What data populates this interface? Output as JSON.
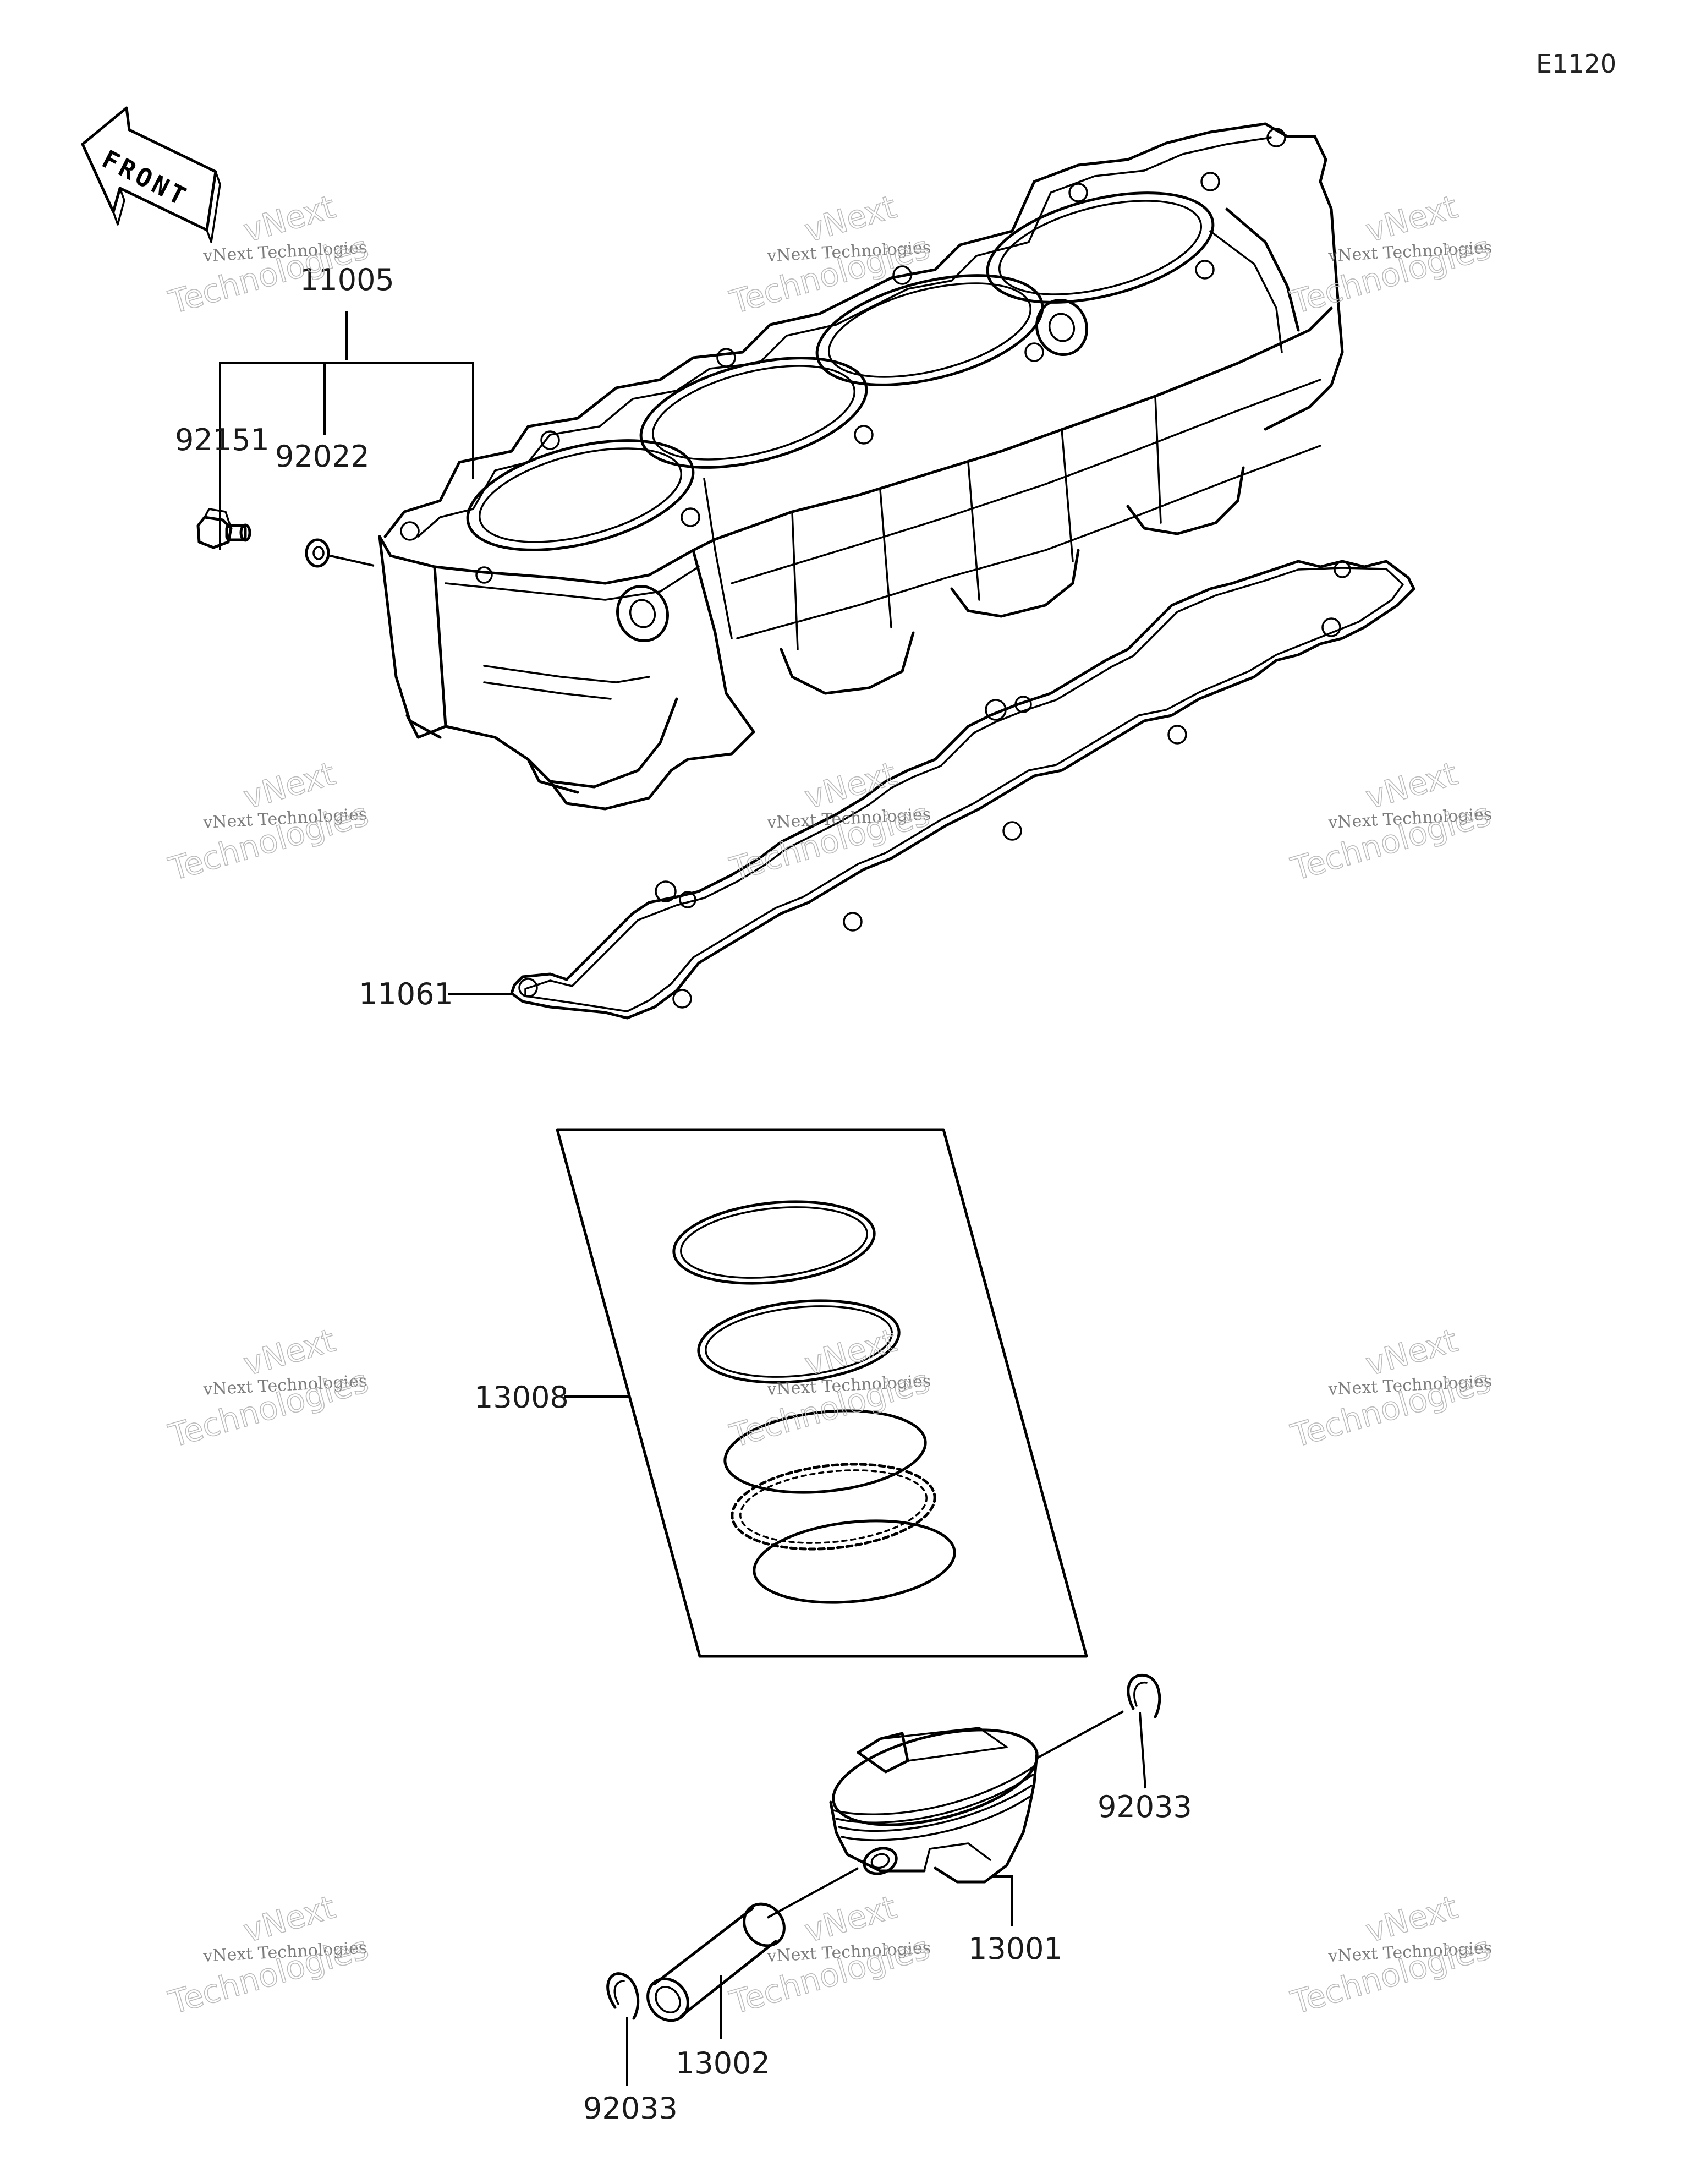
{
  "diagram_code": "E1120",
  "front_label": "FRONT",
  "parts": {
    "cylinder_block": "11005",
    "bolt": "92151",
    "washer": "92022",
    "gasket": "11061",
    "piston_ring_set": "13008",
    "piston": "13001",
    "piston_pin": "13002",
    "snap_ring_right": "92033",
    "snap_ring_left": "92033"
  },
  "watermark": {
    "line1": "vNext Technologies",
    "line2": "vNext",
    "line3": "Technologies"
  }
}
